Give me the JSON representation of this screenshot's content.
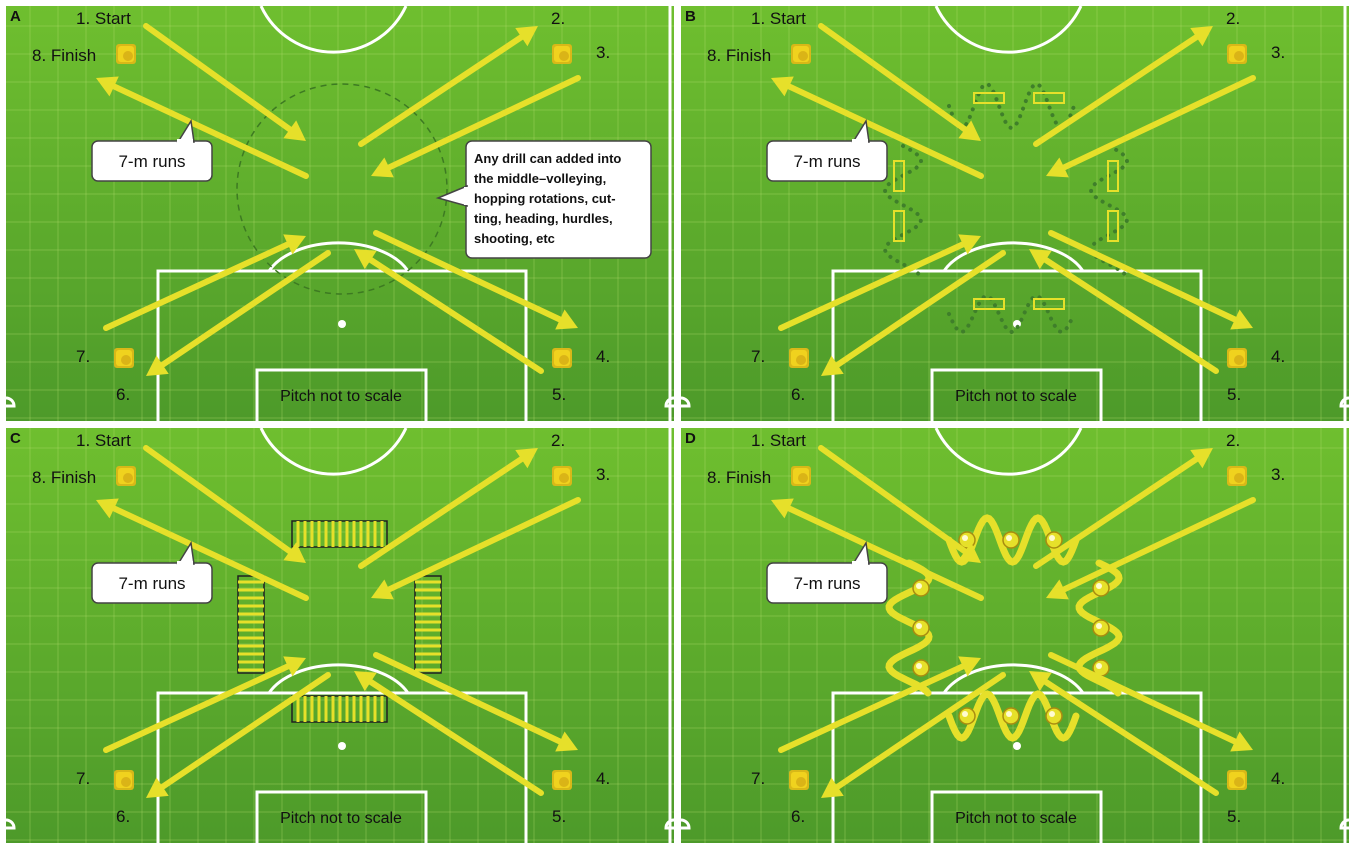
{
  "panels": [
    {
      "id": "A",
      "letter": "A",
      "drill": "none"
    },
    {
      "id": "B",
      "letter": "B",
      "drill": "dotted-weave-with-hurdles"
    },
    {
      "id": "C",
      "letter": "C",
      "drill": "ladders"
    },
    {
      "id": "D",
      "letter": "D",
      "drill": "cones-slalom"
    }
  ],
  "cone_labels": {
    "start": "1. Start",
    "finish": "8. Finish",
    "c2": "2.",
    "c3": "3.",
    "c4": "4.",
    "c5": "5.",
    "c6": "6.",
    "c7": "7."
  },
  "callout": "7-m runs",
  "pitch_note": "Pitch not to scale",
  "note_lines": [
    "Any drill can added into",
    "the middle–volleying,",
    "hopping rotations, cut-",
    "ting, heading, hurdles,",
    "shooting, etc"
  ],
  "colors": {
    "pitch_top": "#6fbf2f",
    "pitch_bottom": "#4d9a2a",
    "arrow": "#e6e02a",
    "cone": "#f0d21e",
    "line": "#ffffff"
  },
  "icons": {
    "cone": "cone-icon",
    "arrow": "arrow-icon",
    "ladder": "ladder-icon",
    "hurdle": "hurdle-icon",
    "ball": "ball-icon"
  }
}
